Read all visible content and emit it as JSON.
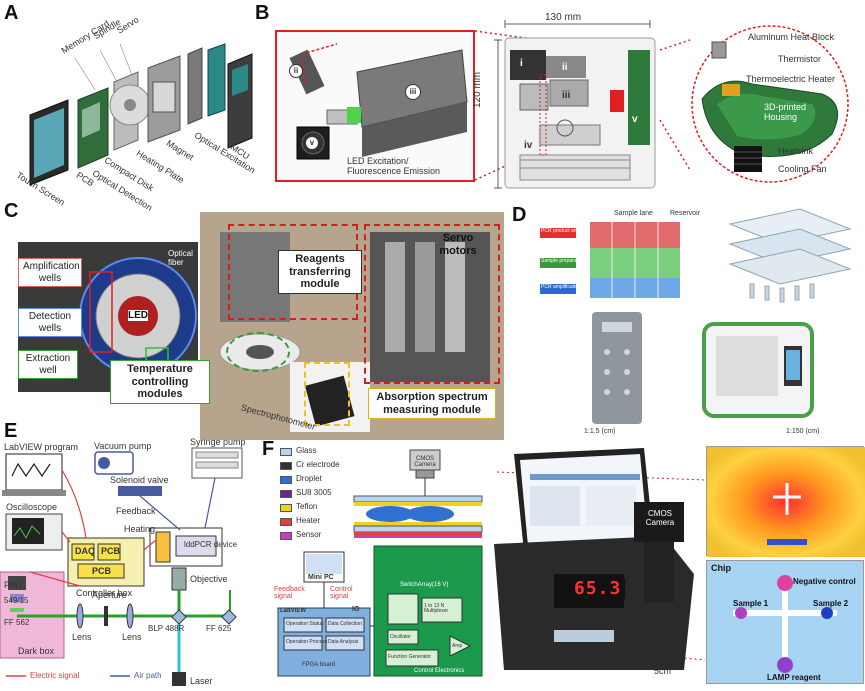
{
  "panels": {
    "A": {
      "letter": "A",
      "parts": [
        "Memory Card",
        "Spindle",
        "Servo",
        "Touch Screen",
        "PCB",
        "Compact Disk",
        "Optical Detection",
        "Heating Plate",
        "Magnet",
        "Optical Excitation",
        "MCU"
      ]
    },
    "B": {
      "letter": "B",
      "width_label": "130 mm",
      "height_label": "120 mm",
      "roman": [
        "i",
        "ii",
        "iii",
        "iv",
        "v"
      ],
      "led_label": "LED Excitation/\nFluorescence Emission",
      "callouts": [
        "Aluminum Heat Block",
        "Thermistor",
        "Thermoelectric Heater",
        "3D-printed Housing",
        "Heatsink",
        "Cooling Fan"
      ]
    },
    "C": {
      "letter": "C",
      "amplification": "Amplification wells",
      "detection": "Detection wells",
      "extraction": "Extraction well",
      "led": "LED",
      "optical": "Optical fiber",
      "reagents": "Reagents transferring module",
      "servo": "Servo motors",
      "temperature": "Temperature controlling modules",
      "absorption": "Absorption spectrum measuring module",
      "spectro": "Spectrophotometer"
    },
    "D": {
      "letter": "D",
      "scale1": "1:1.5 (cm)",
      "scale2": "1:150 (cm)",
      "top_labels": [
        "Sample lane",
        "Reservoir"
      ],
      "side_tags": [
        "PCR product analysis",
        "Sample preparation",
        "PCR amplification"
      ]
    },
    "E": {
      "letter": "E",
      "labview": "LabVIEW program",
      "vacuum": "Vacuum pump",
      "syringe": "Syringe pump",
      "solenoid": "Solenoid valve",
      "oscilloscope": "Oscilloscope",
      "feedback": "Feedback",
      "heating": "Heating",
      "daq": "DAQ",
      "pcb": "PCB",
      "pcb2": "PCB",
      "controller": "Controller box",
      "device": "lddPCR device",
      "objective": "Objective",
      "pmt": "PMT",
      "filter1": "549/15",
      "filter2": "FF 562",
      "aperture": "Aperture",
      "lens1": "Lens",
      "lens2": "Lens",
      "blp": "BLP 488R",
      "ff625": "FF 625",
      "darkbox": "Dark box",
      "laser": "Laser",
      "legend_electric": "Electric signal",
      "legend_air": "Air path"
    },
    "F": {
      "letter": "F",
      "legend": [
        {
          "name": "Glass",
          "color": "#b8d4f0"
        },
        {
          "name": "Cr electrode",
          "color": "#333333"
        },
        {
          "name": "Droplet",
          "color": "#3070d0"
        },
        {
          "name": "SU8 3005",
          "color": "#6a2a8a"
        },
        {
          "name": "Teflon",
          "color": "#f0d020"
        },
        {
          "name": "Heater",
          "color": "#e04040"
        },
        {
          "name": "Sensor",
          "color": "#c040c0"
        }
      ],
      "cmos": "CMOS Camera",
      "cmos2": "CMOS Camera",
      "minipc": "Mini PC",
      "feedback_signal": "Feedback signal",
      "control_signal": "Control signal",
      "io": "IO",
      "labview_block": "LabVIEW",
      "blocks": [
        "Operation Status",
        "Data Collection",
        "Operation Process",
        "Data Analysis"
      ],
      "fpga": "FPGA board",
      "switch": "SwitchArray(16 V)",
      "mux": "1 to 13 N Multiplexer",
      "oscillator": "Oscillator",
      "func": "Function Generator",
      "amp": "Amp",
      "control_elec": "Control Electronics",
      "display": "65.3",
      "scale": "5cm",
      "chip": "Chip",
      "chip_labels": [
        "Negative control",
        "Sample 1",
        "Sample 2",
        "LAMP reagent"
      ]
    }
  }
}
